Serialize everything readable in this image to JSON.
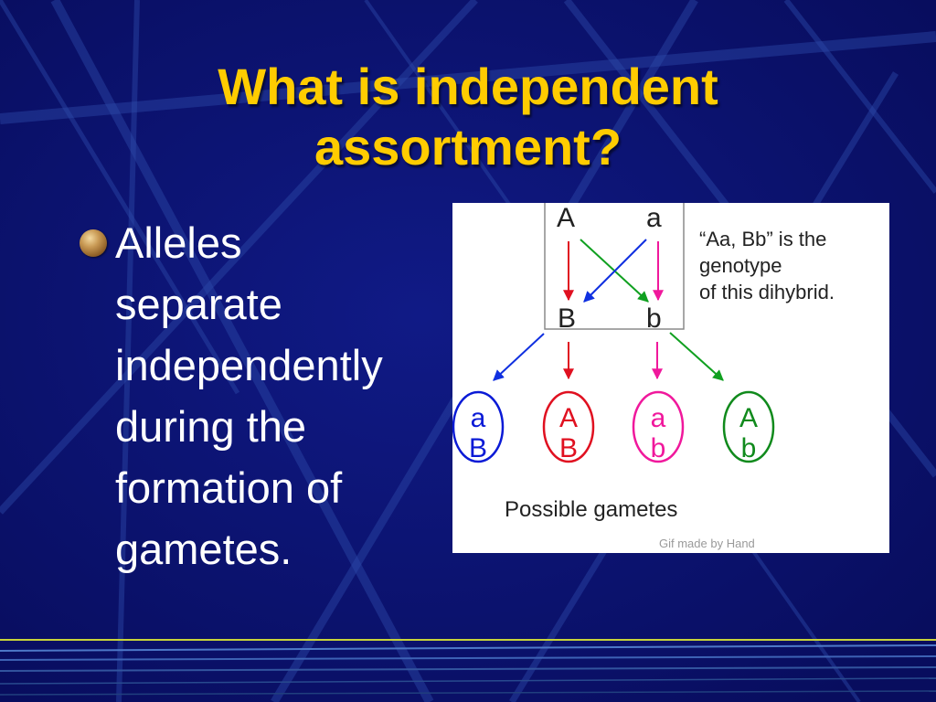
{
  "slide": {
    "title_line1": "What is independent",
    "title_line2": "assortment?",
    "bullet_lines": [
      "Alleles",
      "separate",
      "independently",
      "during the",
      "formation of",
      "gametes."
    ]
  },
  "diagram": {
    "parent_top": [
      "A",
      "a"
    ],
    "parent_bottom": [
      "B",
      "b"
    ],
    "caption_lines": [
      "“Aa, Bb” is the",
      "genotype",
      "of this dihybrid."
    ],
    "gametes": [
      {
        "top": "a",
        "bottom": "B",
        "color": "#0a1ad6"
      },
      {
        "top": "A",
        "bottom": "B",
        "color": "#e01020"
      },
      {
        "top": "a",
        "bottom": "b",
        "color": "#f0189c"
      },
      {
        "top": "A",
        "bottom": "b",
        "color": "#108a1c"
      }
    ],
    "arrow_colors": {
      "red": "#e01020",
      "blue": "#1030e0",
      "green": "#10a020",
      "pink": "#f0189c"
    },
    "gametes_label": "Possible gametes",
    "credit": "Gif made by Hand"
  },
  "colors": {
    "background": "#0c1273",
    "title": "#ffcc00",
    "text": "#ffffff"
  }
}
